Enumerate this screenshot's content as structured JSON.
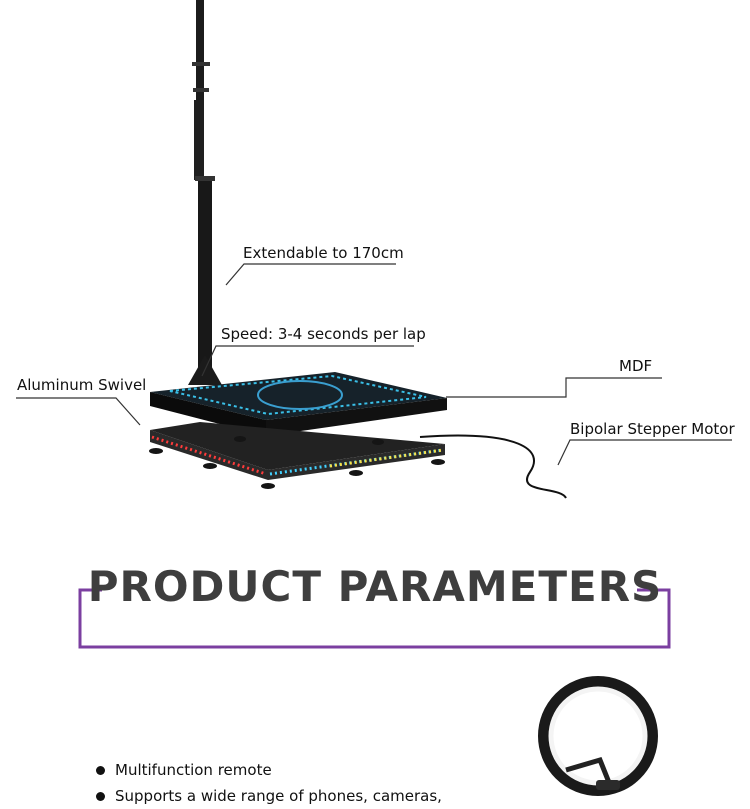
{
  "callouts": {
    "extendable": "Extendable to 170cm",
    "speed": "Speed: 3-4 seconds per lap",
    "mdf": "MDF",
    "swivel": "Aluminum Swivel",
    "motor": "Bipolar Stepper Motor"
  },
  "section": {
    "title": "PRODUCT PARAMETERS",
    "accent_color": "#7b3fa0"
  },
  "features": [
    "Multifunction remote",
    "Supports a wide range of phones, cameras,"
  ]
}
